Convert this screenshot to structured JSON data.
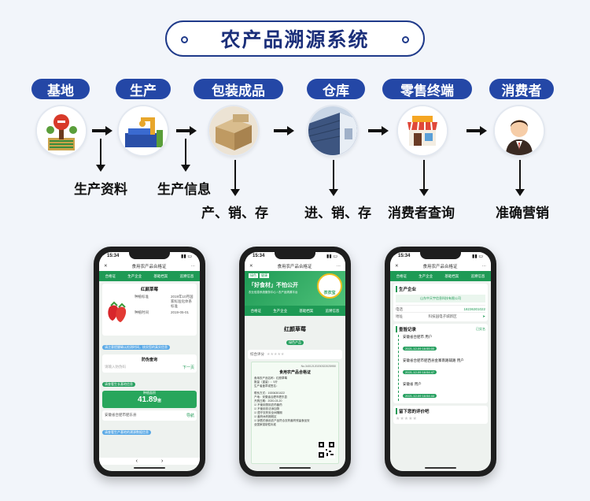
{
  "title": "农产品溯源系统",
  "stages": [
    {
      "label": "基地",
      "icon": "farm-base-icon"
    },
    {
      "label": "生产",
      "icon": "production-machine-icon"
    },
    {
      "label": "包装成品",
      "icon": "packaged-boxes-icon"
    },
    {
      "label": "仓库",
      "icon": "warehouse-icon"
    },
    {
      "label": "零售终端",
      "icon": "retail-store-icon"
    },
    {
      "label": "消费者",
      "icon": "consumer-avatar-icon"
    }
  ],
  "outputs": [
    "生产资料",
    "生产信息",
    "产、销、存",
    "进、销、存",
    "消费者查询",
    "准确营销"
  ],
  "colors": {
    "brand_blue": "#2447a6",
    "title_blue": "#1b2f7a",
    "app_green": "#1e9a55"
  },
  "phone1": {
    "time": "15:34",
    "nav_title": "食用农产品合格证",
    "tabs": [
      "合格证",
      "生产企业",
      "基础档案",
      "追溯信息"
    ],
    "product_name": "红颜草莓",
    "field_rows": [
      "种植标准",
      "种植时间"
    ],
    "field_values": [
      "2019年10月国家标准化体系标准",
      "2019-05-01"
    ],
    "notice_bar": "请注意提醒确认检测时间，核实您的真实信息",
    "anti_fake_title": "防伪查询",
    "anti_fake_placeholder": "请输入防伪码",
    "anti_fake_next": "下一页",
    "planting_label": "请查看生长基地信息",
    "planting_area_label": "种植面积",
    "planting_area_value": "41.89",
    "planting_area_unit": "亩",
    "address_line": "安徽省合肥市肥东县",
    "nav_link": "导航",
    "bottom_notice": "请查看生产基地的溯源数据信息"
  },
  "phone2": {
    "time": "15:34",
    "nav_title": "食用农产品合格证",
    "brand_chips": [
      "绿色",
      "健康"
    ],
    "banner_slogan": "「好食材」不怕公开",
    "banner_sub": "农业信息系统服务中心 / 农产品溯源平台",
    "logo_text": "农衣宝",
    "tabs": [
      "合格证",
      "生产企业",
      "基础档案",
      "追溯信息"
    ],
    "product_name": "红颜草莓",
    "product_tag": "绿色产品",
    "rating_label": "综合评分",
    "cert_no": "No.34012120200322025950",
    "cert_title": "食用农产品合格证",
    "cert_lines": [
      "食用农产品名称：红颜草莓",
      "数量（重量）：5斤",
      "生产者盖章或签名：",
      "联系方式：19206301022",
      "产地：安徽省合肥市肥东县",
      "开具日期：2020-03-20",
      "☑ 不使用禁用农药兽药",
      "☑ 不使用非法添加物",
      "☑ 遵守农药安全间隔期",
      "☑ 兽药休药期规定",
      "☑ 销售的食用农产品符合农药兽药残留食品安全国家强制性标准"
    ]
  },
  "phone3": {
    "time": "15:34",
    "nav_title": "食用农产品合格证",
    "tabs": [
      "合格证",
      "生产企业",
      "基础档案",
      "追溯信息"
    ],
    "company_section": "生产企业",
    "company_name": "山东中天宇信息科技有限公司",
    "phone_label": "电话",
    "phone_value": "18236301022",
    "address_label": "地址",
    "address_value": "科技园电子城新区",
    "inspect_section": "查验记录",
    "inspect_badge": "已实名",
    "records": [
      {
        "location": "安徽省合肥市 用户",
        "time": "2021-12-09 16:55:00"
      },
      {
        "location": "安徽省合肥市肥西县金寨南路辅路 用户",
        "time": "2021-12-09 16:54:47"
      },
      {
        "location": "安徽省 用户",
        "time": "2021-12-09 16:54:44"
      }
    ],
    "review_section": "留下您的评价吧"
  }
}
